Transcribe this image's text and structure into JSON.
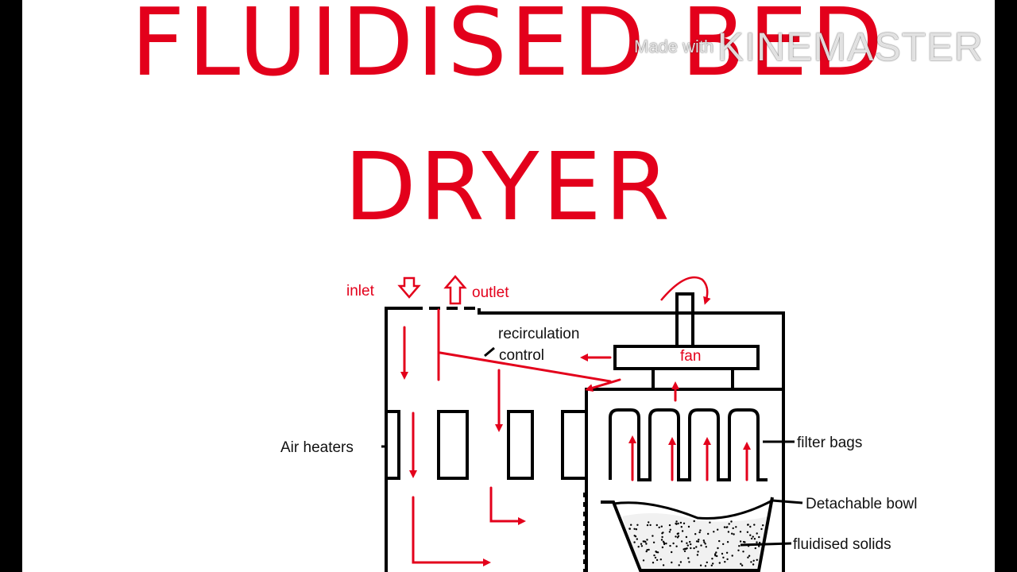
{
  "title": {
    "line1": "FLUIDISED BED",
    "line2": "DRYER"
  },
  "watermark": {
    "prefix": "Made with",
    "brand": "KINEMASTER"
  },
  "labels": {
    "inlet": "inlet",
    "outlet": "outlet",
    "recirculation": "recirculation",
    "control": "control",
    "fan": "fan",
    "air_heaters": "Air heaters",
    "filter_bags": "filter bags",
    "detachable_bowl": "Detachable bowl",
    "fluidised_solids": "fluidised solids"
  },
  "colors": {
    "title": "#e3001b",
    "arrow": "#e3001b",
    "outline": "#000000",
    "background": "#ffffff",
    "frame": "#000000"
  }
}
